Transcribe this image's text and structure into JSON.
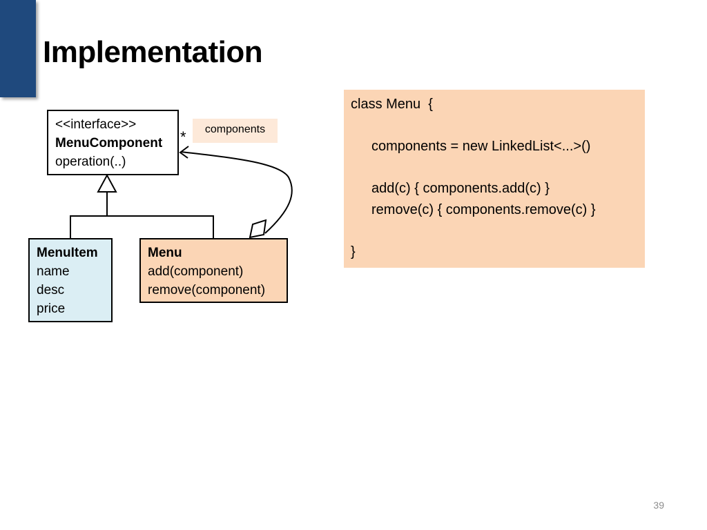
{
  "slide": {
    "title": "Implementation",
    "page_number": "39"
  },
  "colors": {
    "accent_bar": "#1f497d",
    "menuitem_fill": "#dbeef4",
    "menu_fill": "#fbd5b5",
    "label_fill": "#fde9d9",
    "code_fill": "#fbd5b5"
  },
  "diagram": {
    "interface_box": {
      "stereotype": "<<interface>>",
      "name": "MenuComponent",
      "operation": "operation(..)"
    },
    "menuitem_box": {
      "name": "MenuItem",
      "fields": [
        "name",
        "desc",
        "price"
      ]
    },
    "menu_box": {
      "name": "Menu",
      "operations": [
        "add(component)",
        "remove(component)"
      ]
    },
    "association": {
      "role_label": "components",
      "multiplicity": "*"
    }
  },
  "code": {
    "lines": [
      {
        "text": "class Menu  {",
        "indent": false
      },
      {
        "text": "",
        "indent": false
      },
      {
        "text": "components = new LinkedList<...>()",
        "indent": true
      },
      {
        "text": "",
        "indent": false
      },
      {
        "text": "add(c) { components.add(c) }",
        "indent": true
      },
      {
        "text": "remove(c) { components.remove(c) }",
        "indent": true
      },
      {
        "text": "",
        "indent": false
      },
      {
        "text": "}",
        "indent": false
      }
    ]
  }
}
